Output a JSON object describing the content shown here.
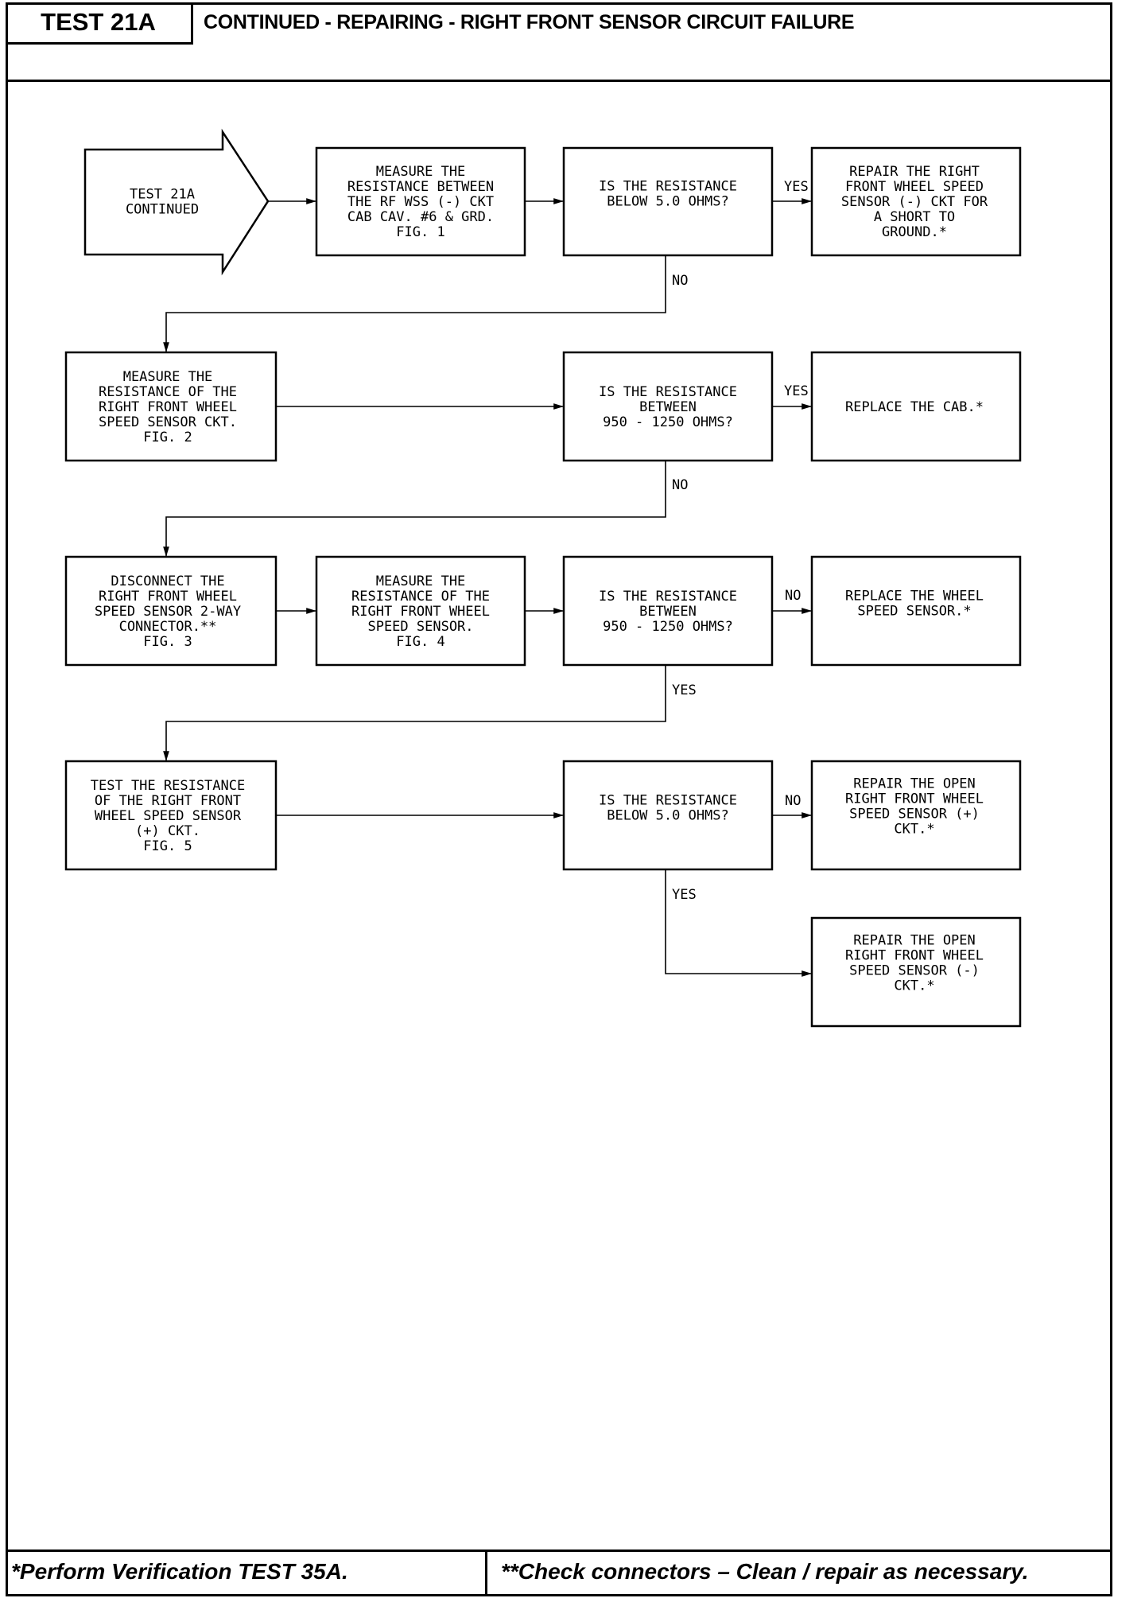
{
  "header": {
    "test_id": "TEST 21A",
    "title": "CONTINUED - REPAIRING - RIGHT FRONT SENSOR CIRCUIT FAILURE"
  },
  "flowchart": {
    "start": [
      "TEST 21A",
      "CONTINUED"
    ],
    "step1": [
      "MEASURE THE",
      "RESISTANCE BETWEEN",
      "THE RF WSS (-) CKT",
      "CAB CAV. #6 & GRD.",
      "FIG. 1"
    ],
    "decision1": [
      "IS THE RESISTANCE",
      "BELOW 5.0 OHMS?"
    ],
    "result1": [
      "REPAIR THE RIGHT",
      "FRONT WHEEL SPEED",
      "SENSOR (-) CKT FOR",
      "A SHORT TO",
      "GROUND.*"
    ],
    "step2": [
      "MEASURE THE",
      "RESISTANCE OF THE",
      "RIGHT FRONT WHEEL",
      "SPEED SENSOR CKT.",
      "FIG. 2"
    ],
    "decision2": [
      "IS THE RESISTANCE",
      "BETWEEN",
      "950 - 1250 OHMS?"
    ],
    "result2": [
      "REPLACE THE CAB.*"
    ],
    "step3": [
      "DISCONNECT THE",
      "RIGHT FRONT WHEEL",
      "SPEED SENSOR 2-WAY",
      "CONNECTOR.**",
      "FIG. 3"
    ],
    "step4": [
      "MEASURE THE",
      "RESISTANCE OF THE",
      "RIGHT FRONT WHEEL",
      "SPEED SENSOR.",
      "FIG. 4"
    ],
    "decision3": [
      "IS THE RESISTANCE",
      "BETWEEN",
      "950 - 1250 OHMS?"
    ],
    "result3": [
      "REPLACE THE WHEEL",
      "SPEED SENSOR.*"
    ],
    "step5": [
      "TEST THE RESISTANCE",
      "OF THE RIGHT FRONT",
      "WHEEL SPEED SENSOR",
      "(+) CKT.",
      "FIG. 5"
    ],
    "decision4": [
      "IS THE RESISTANCE",
      "BELOW 5.0 OHMS?"
    ],
    "result4": [
      "REPAIR THE OPEN",
      "RIGHT FRONT WHEEL",
      "SPEED SENSOR (+)",
      "CKT.*"
    ],
    "result5": [
      "REPAIR THE OPEN",
      "RIGHT FRONT WHEEL",
      "SPEED SENSOR (-)",
      "CKT.*"
    ],
    "labels": {
      "d1_yes": "YES",
      "d1_no": "NO",
      "d2_yes": "YES",
      "d2_no": "NO",
      "d3_no": "NO",
      "d3_yes": "YES",
      "d4_no": "NO",
      "d4_yes": "YES"
    }
  },
  "footer": {
    "note_left": "*Perform Verification TEST 35A.",
    "note_right": "**Check connectors – Clean / repair as necessary."
  }
}
